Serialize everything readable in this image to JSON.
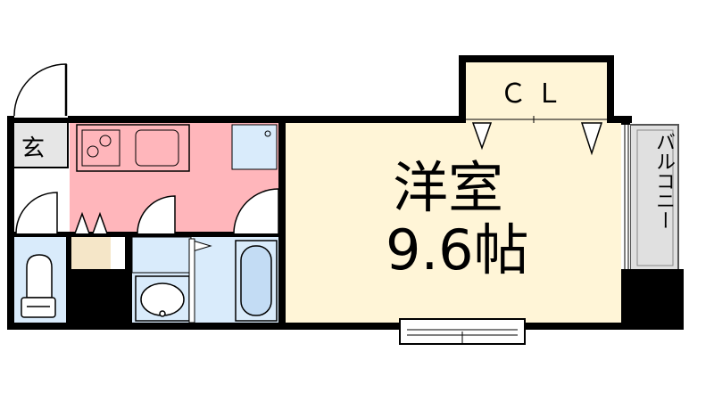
{
  "rooms": {
    "western_room": {
      "name": "洋室",
      "size": "9.6帖"
    },
    "closet": {
      "label": "ＣＬ"
    },
    "entrance": {
      "label": "玄"
    },
    "balcony": {
      "label": "バルコニー"
    }
  },
  "colors": {
    "kitchen": "#ffb6bb",
    "western_room": "#fff5d7",
    "wet_area": "#d9ebfb",
    "storage": "#f5e6c8",
    "balcony": "#e0e0e0",
    "wall": "#000000",
    "fixture_blue": "#c3dcf4"
  }
}
